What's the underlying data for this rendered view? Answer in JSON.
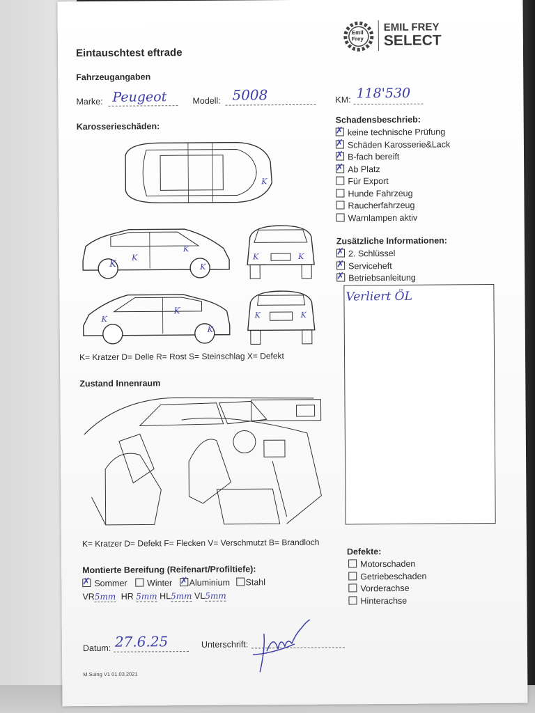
{
  "logo": {
    "badge_top": "Emil",
    "badge_bottom": "Frey",
    "line1": "EMIL FREY",
    "line2": "SELECT"
  },
  "form": {
    "title": "Eintauschtest eftrade",
    "section_vehicle": "Fahrzeugangaben",
    "marke_label": "Marke:",
    "marke_value": "Peugeot",
    "modell_label": "Modell:",
    "modell_value": "5008",
    "km_label": "KM:",
    "km_value": "118'530",
    "section_body": "Karosserieschäden:",
    "body_legend": "K= Kratzer D= Delle R= Rost S= Steinschlag X= Defekt",
    "section_interior": "Zustand Innenraum",
    "interior_legend": "K= Kratzer D= Defekt F= Flecken V= Verschmutzt B= Brandloch",
    "section_tires": "Montierte Bereifung (Reifenart/Profiltiefe):",
    "tires": {
      "sommer": "Sommer",
      "winter": "Winter",
      "aluminium": "Aluminium",
      "stahl": "Stahl",
      "vr_label": "VR",
      "vr_value": "5mm",
      "hr_label": "HR",
      "hr_value": "5mm",
      "hl_label": "HL",
      "hl_value": "5mm",
      "vl_label": "VL",
      "vl_value": "5mm"
    },
    "datum_label": "Datum:",
    "datum_value": "27.6.25",
    "unterschrift_label": "Unterschrift:",
    "footer": "M.Suing V1 01.03.2021"
  },
  "damage_marks": [
    "K",
    "K",
    "K",
    "K",
    "K",
    "K",
    "K",
    "K",
    "K",
    "K",
    "K",
    "K"
  ],
  "schadensbeschrieb": {
    "heading": "Schadensbeschrieb:",
    "items": [
      {
        "label": "keine technische Prüfung",
        "checked": true
      },
      {
        "label": "Schäden Karosserie&Lack",
        "checked": true
      },
      {
        "label": "B-fach bereift",
        "checked": true
      },
      {
        "label": "Ab Platz",
        "checked": true
      },
      {
        "label": "Für Export",
        "checked": false
      },
      {
        "label": "Hunde Fahrzeug",
        "checked": false
      },
      {
        "label": "Raucherfahrzeug",
        "checked": false
      },
      {
        "label": "Warnlampen aktiv",
        "checked": false
      }
    ]
  },
  "zusaetzliche": {
    "heading": "Zusätzliche Informationen:",
    "items": [
      {
        "label": "2. Schlüssel",
        "checked": true
      },
      {
        "label": "Serviceheft",
        "checked": true
      },
      {
        "label": "Betriebsanleitung",
        "checked": true
      }
    ],
    "note": "Verliert ÖL"
  },
  "defekte": {
    "heading": "Defekte:",
    "items": [
      {
        "label": "Motorschaden",
        "checked": false
      },
      {
        "label": "Getriebeschaden",
        "checked": false
      },
      {
        "label": "Vorderachse",
        "checked": false
      },
      {
        "label": "Hinterachse",
        "checked": false
      }
    ]
  }
}
